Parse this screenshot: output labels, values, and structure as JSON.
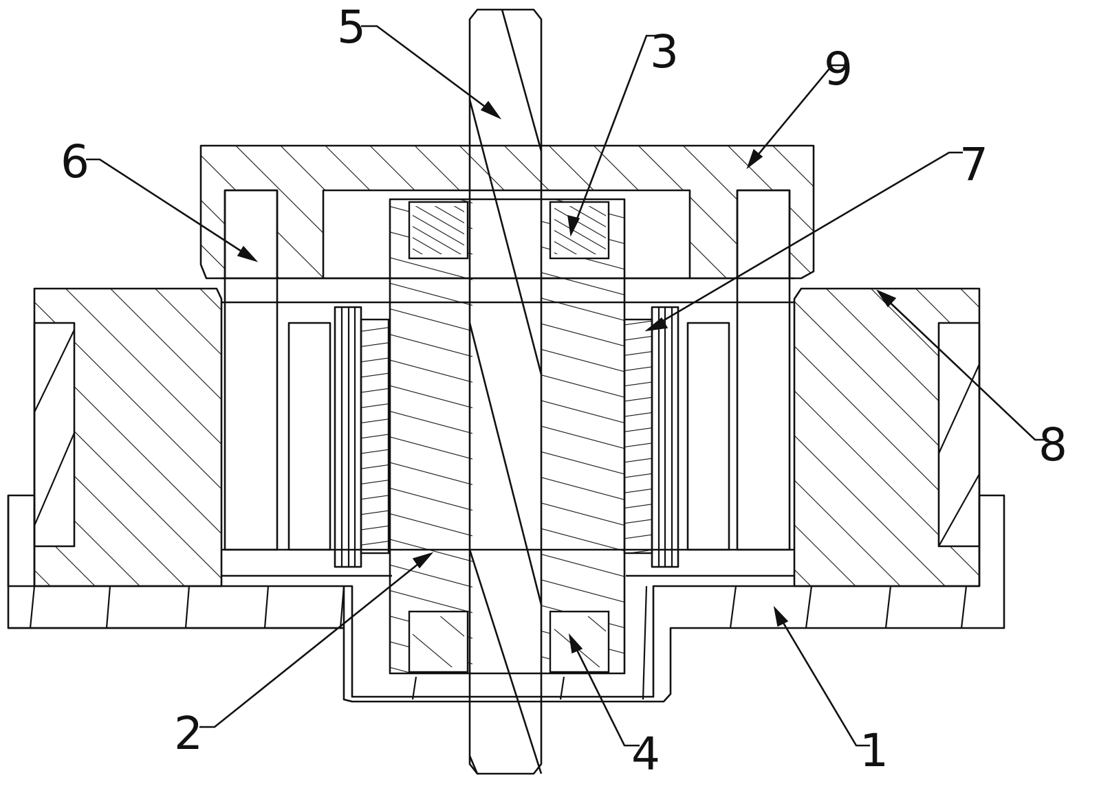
{
  "figure": {
    "callouts": [
      {
        "id": "callout-1",
        "label": "1",
        "part": "housing"
      },
      {
        "id": "callout-2",
        "label": "2",
        "part": "screw-sleeve"
      },
      {
        "id": "callout-3",
        "label": "3",
        "part": "upper-bearing"
      },
      {
        "id": "callout-4",
        "label": "4",
        "part": "lower-bearing"
      },
      {
        "id": "callout-5",
        "label": "5",
        "part": "spiral-shaft"
      },
      {
        "id": "callout-6",
        "label": "6",
        "part": "guide-post"
      },
      {
        "id": "callout-7",
        "label": "7",
        "part": "coil-assembly"
      },
      {
        "id": "callout-8",
        "label": "8",
        "part": "outer-ring"
      },
      {
        "id": "callout-9",
        "label": "9",
        "part": "top-cover"
      }
    ]
  }
}
